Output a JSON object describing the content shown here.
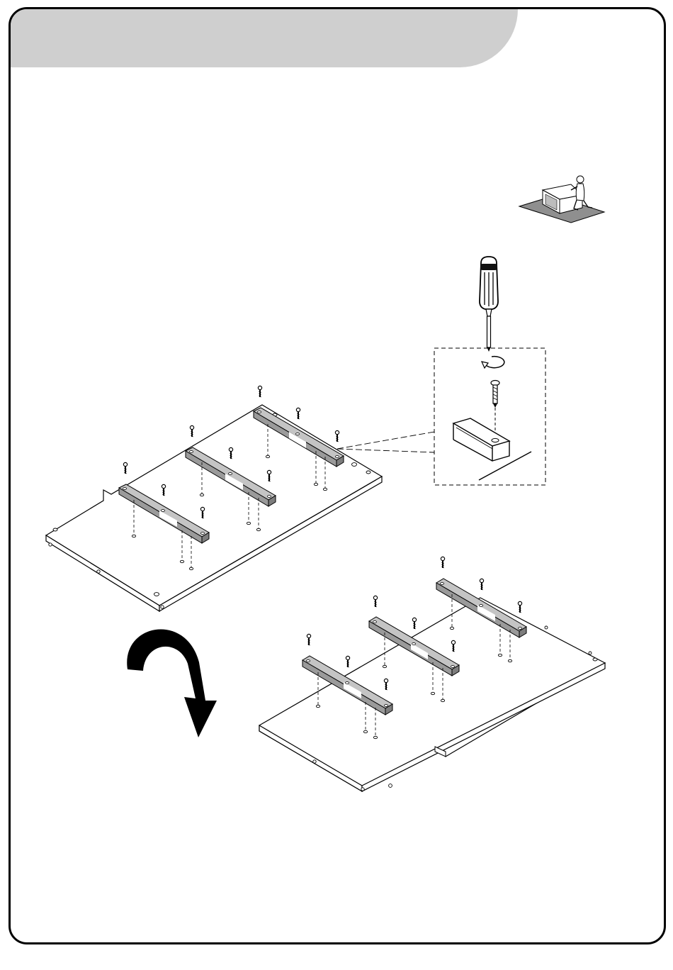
{
  "page": {
    "header_text": "",
    "colors": {
      "header_band": "#cfcfcf",
      "frame": "#000000",
      "rail_fill": "#9a9a9a",
      "rail_top": "#c4c4c4"
    }
  },
  "figures": [
    {
      "name": "room-scene-thumbnail"
    },
    {
      "name": "screwdriver"
    },
    {
      "name": "screw-detail-callout"
    },
    {
      "name": "panel-before-flip",
      "rails": 3,
      "screws": 9
    },
    {
      "name": "flip-arrow"
    },
    {
      "name": "panel-after-flip",
      "rails": 3,
      "screws": 9
    }
  ]
}
